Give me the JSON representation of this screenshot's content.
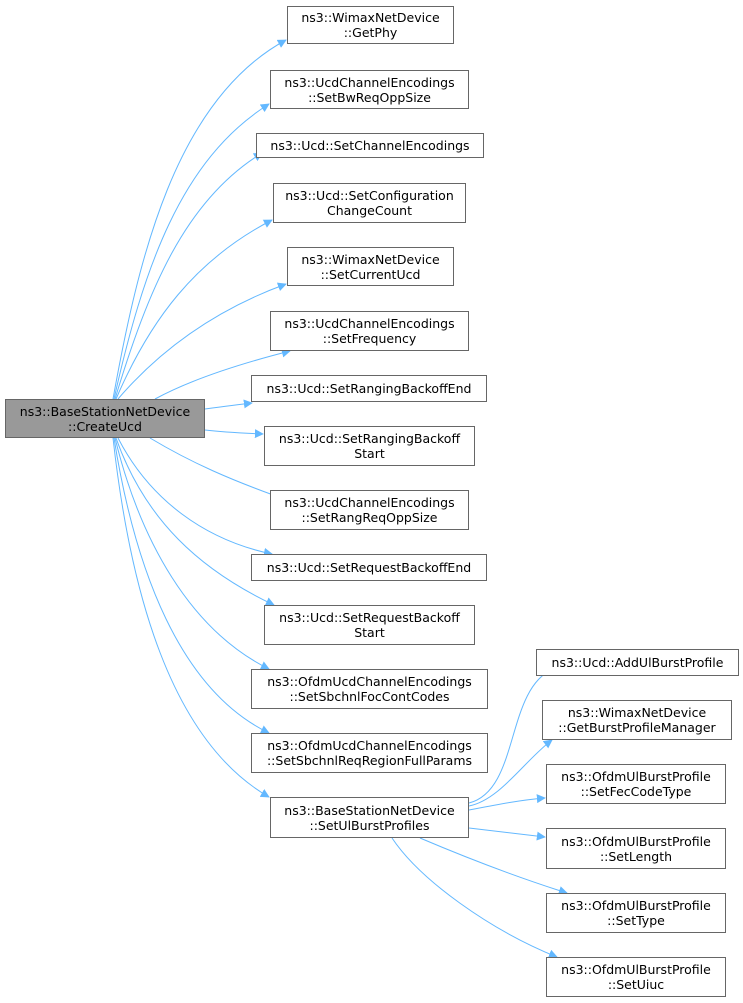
{
  "graph": {
    "root": {
      "line1": "ns3::BaseStationNetDevice",
      "line2": "::CreateUcd"
    },
    "callees": [
      {
        "line1": "ns3::WimaxNetDevice",
        "line2": "::GetPhy"
      },
      {
        "line1": "ns3::UcdChannelEncodings",
        "line2": "::SetBwReqOppSize"
      },
      {
        "line1": "ns3::Ucd::SetChannelEncodings",
        "line2": ""
      },
      {
        "line1": "ns3::Ucd::SetConfiguration",
        "line2": "ChangeCount"
      },
      {
        "line1": "ns3::WimaxNetDevice",
        "line2": "::SetCurrentUcd"
      },
      {
        "line1": "ns3::UcdChannelEncodings",
        "line2": "::SetFrequency"
      },
      {
        "line1": "ns3::Ucd::SetRangingBackoffEnd",
        "line2": ""
      },
      {
        "line1": "ns3::Ucd::SetRangingBackoff",
        "line2": "Start"
      },
      {
        "line1": "ns3::UcdChannelEncodings",
        "line2": "::SetRangReqOppSize"
      },
      {
        "line1": "ns3::Ucd::SetRequestBackoffEnd",
        "line2": ""
      },
      {
        "line1": "ns3::Ucd::SetRequestBackoff",
        "line2": "Start"
      },
      {
        "line1": "ns3::OfdmUcdChannelEncodings",
        "line2": "::SetSbchnlFocContCodes"
      },
      {
        "line1": "ns3::OfdmUcdChannelEncodings",
        "line2": "::SetSbchnlReqRegionFullParams"
      },
      {
        "line1": "ns3::BaseStationNetDevice",
        "line2": "::SetUlBurstProfiles"
      }
    ],
    "subcallees": [
      {
        "line1": "ns3::Ucd::AddUlBurstProfile",
        "line2": ""
      },
      {
        "line1": "ns3::WimaxNetDevice",
        "line2": "::GetBurstProfileManager"
      },
      {
        "line1": "ns3::OfdmUlBurstProfile",
        "line2": "::SetFecCodeType"
      },
      {
        "line1": "ns3::OfdmUlBurstProfile",
        "line2": "::SetLength"
      },
      {
        "line1": "ns3::OfdmUlBurstProfile",
        "line2": "::SetType"
      },
      {
        "line1": "ns3::OfdmUlBurstProfile",
        "line2": "::SetUiuc"
      }
    ],
    "edge_color": "#63b8ff"
  }
}
